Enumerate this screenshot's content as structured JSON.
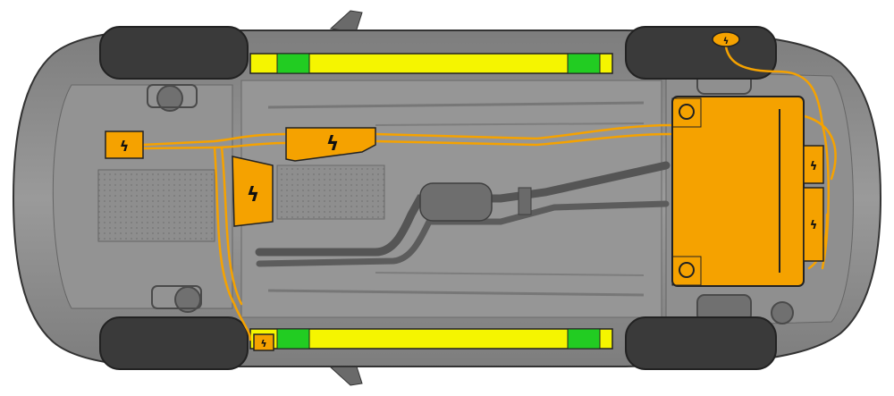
{
  "diagram": {
    "colors": {
      "background": "#ffffff",
      "body": "#8a8a8a",
      "body_dark": "#5a5a5a",
      "body_light": "#a6a6a6",
      "tire": "#3a3a3a",
      "high_voltage": "#f5a200",
      "sill_rail": "#f5f500",
      "jack_point": "#22cc22",
      "cable": "#f5a200",
      "outline": "#222222"
    },
    "icons": {
      "high_voltage_symbol": "lightning-bolt-icon",
      "mount": "circle-mount-icon"
    },
    "components": [
      {
        "id": "hv-box-front-left",
        "symbol": "ϟ"
      },
      {
        "id": "hv-box-center-large",
        "symbol": "ϟ"
      },
      {
        "id": "hv-box-center-small",
        "symbol": "ϟ"
      },
      {
        "id": "hv-box-rear-right-top",
        "symbol": "ϟ"
      },
      {
        "id": "hv-box-rear-right-bottom",
        "symbol": "ϟ"
      },
      {
        "id": "hv-box-sill-bottom",
        "symbol": "ϟ"
      },
      {
        "id": "hv-connector-rear-top",
        "symbol": "ϟ"
      },
      {
        "id": "hv-battery-rear",
        "symbol": ""
      }
    ]
  }
}
